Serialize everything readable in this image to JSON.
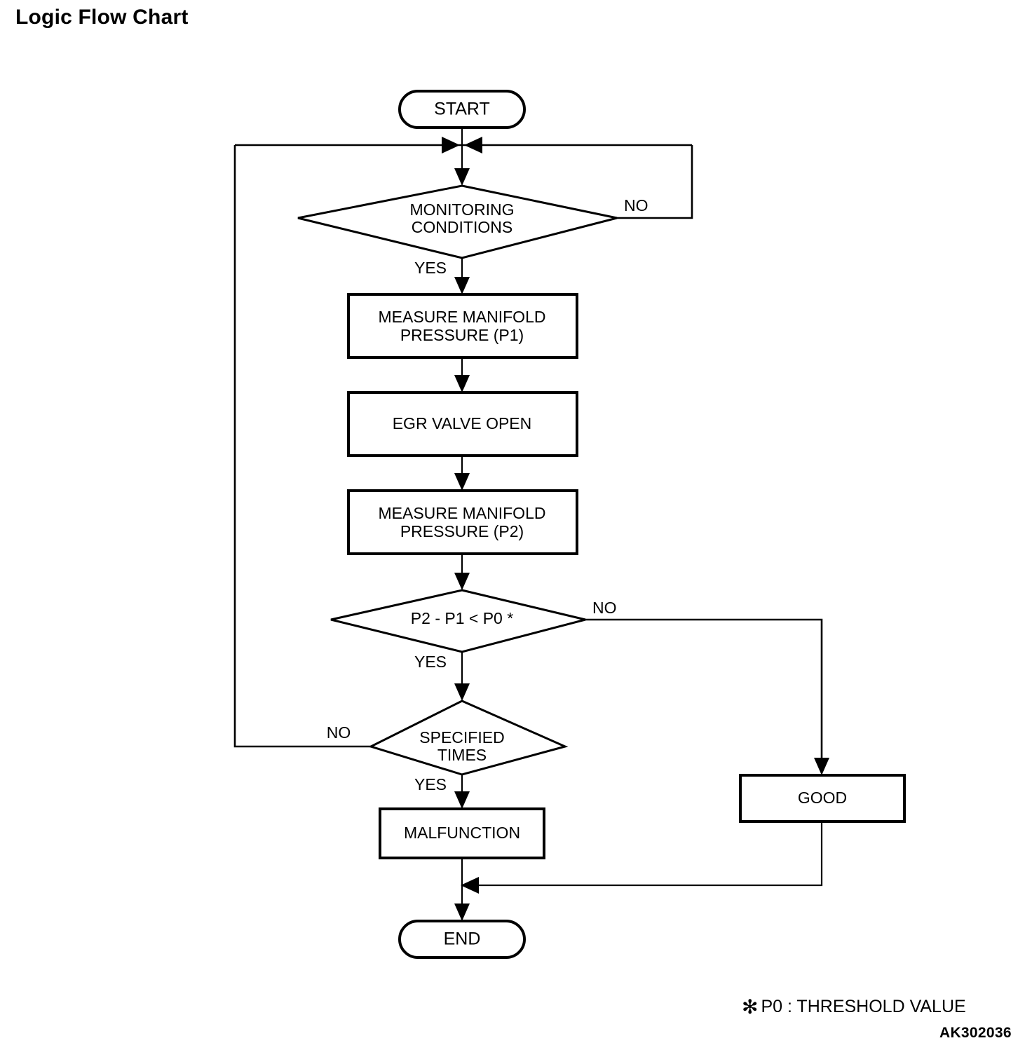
{
  "page": {
    "title": "Logic Flow Chart",
    "reference_code": "AK302036"
  },
  "footnote": {
    "marker": "✻",
    "text": "P0 : THRESHOLD VALUE"
  },
  "chart_data": {
    "type": "diagram",
    "diagram_kind": "flowchart",
    "title": "Logic Flow Chart",
    "nodes": [
      {
        "id": "start",
        "kind": "terminator",
        "label": "START"
      },
      {
        "id": "monitor",
        "kind": "decision",
        "label_line1": "MONITORING",
        "label_line2": "CONDITIONS"
      },
      {
        "id": "measure1",
        "kind": "process",
        "label_line1": "MEASURE MANIFOLD",
        "label_line2": "PRESSURE (P1)"
      },
      {
        "id": "egr",
        "kind": "process",
        "label_line1": "EGR VALVE OPEN",
        "label_line2": ""
      },
      {
        "id": "measure2",
        "kind": "process",
        "label_line1": "MEASURE MANIFOLD",
        "label_line2": "PRESSURE (P2)"
      },
      {
        "id": "compare",
        "kind": "decision",
        "label_line1": "P2 - P1 < P0 *",
        "label_line2": ""
      },
      {
        "id": "times",
        "kind": "decision",
        "label_line1": "SPECIFIED",
        "label_line2": "TIMES"
      },
      {
        "id": "malfunc",
        "kind": "process",
        "label_line1": "MALFUNCTION",
        "label_line2": ""
      },
      {
        "id": "good",
        "kind": "process",
        "label_line1": "GOOD",
        "label_line2": ""
      },
      {
        "id": "end",
        "kind": "terminator",
        "label": "END"
      }
    ],
    "edges": [
      {
        "from": "start",
        "to": "monitor",
        "label": ""
      },
      {
        "from": "monitor",
        "to": "measure1",
        "label": "YES"
      },
      {
        "from": "monitor",
        "to": "start_junction",
        "label": "NO"
      },
      {
        "from": "measure1",
        "to": "egr",
        "label": ""
      },
      {
        "from": "egr",
        "to": "measure2",
        "label": ""
      },
      {
        "from": "measure2",
        "to": "compare",
        "label": ""
      },
      {
        "from": "compare",
        "to": "times",
        "label": "YES"
      },
      {
        "from": "compare",
        "to": "good",
        "label": "NO"
      },
      {
        "from": "times",
        "to": "malfunc",
        "label": "YES"
      },
      {
        "from": "times",
        "to": "start_junction",
        "label": "NO"
      },
      {
        "from": "malfunc",
        "to": "end",
        "label": ""
      },
      {
        "from": "good",
        "to": "end",
        "label": ""
      }
    ],
    "branch_labels": {
      "monitor_no": "NO",
      "monitor_yes": "YES",
      "compare_no": "NO",
      "compare_yes": "YES",
      "times_no": "NO",
      "times_yes": "YES"
    },
    "colors": {
      "stroke": "#000000",
      "fill": "#ffffff",
      "text": "#000000"
    }
  }
}
